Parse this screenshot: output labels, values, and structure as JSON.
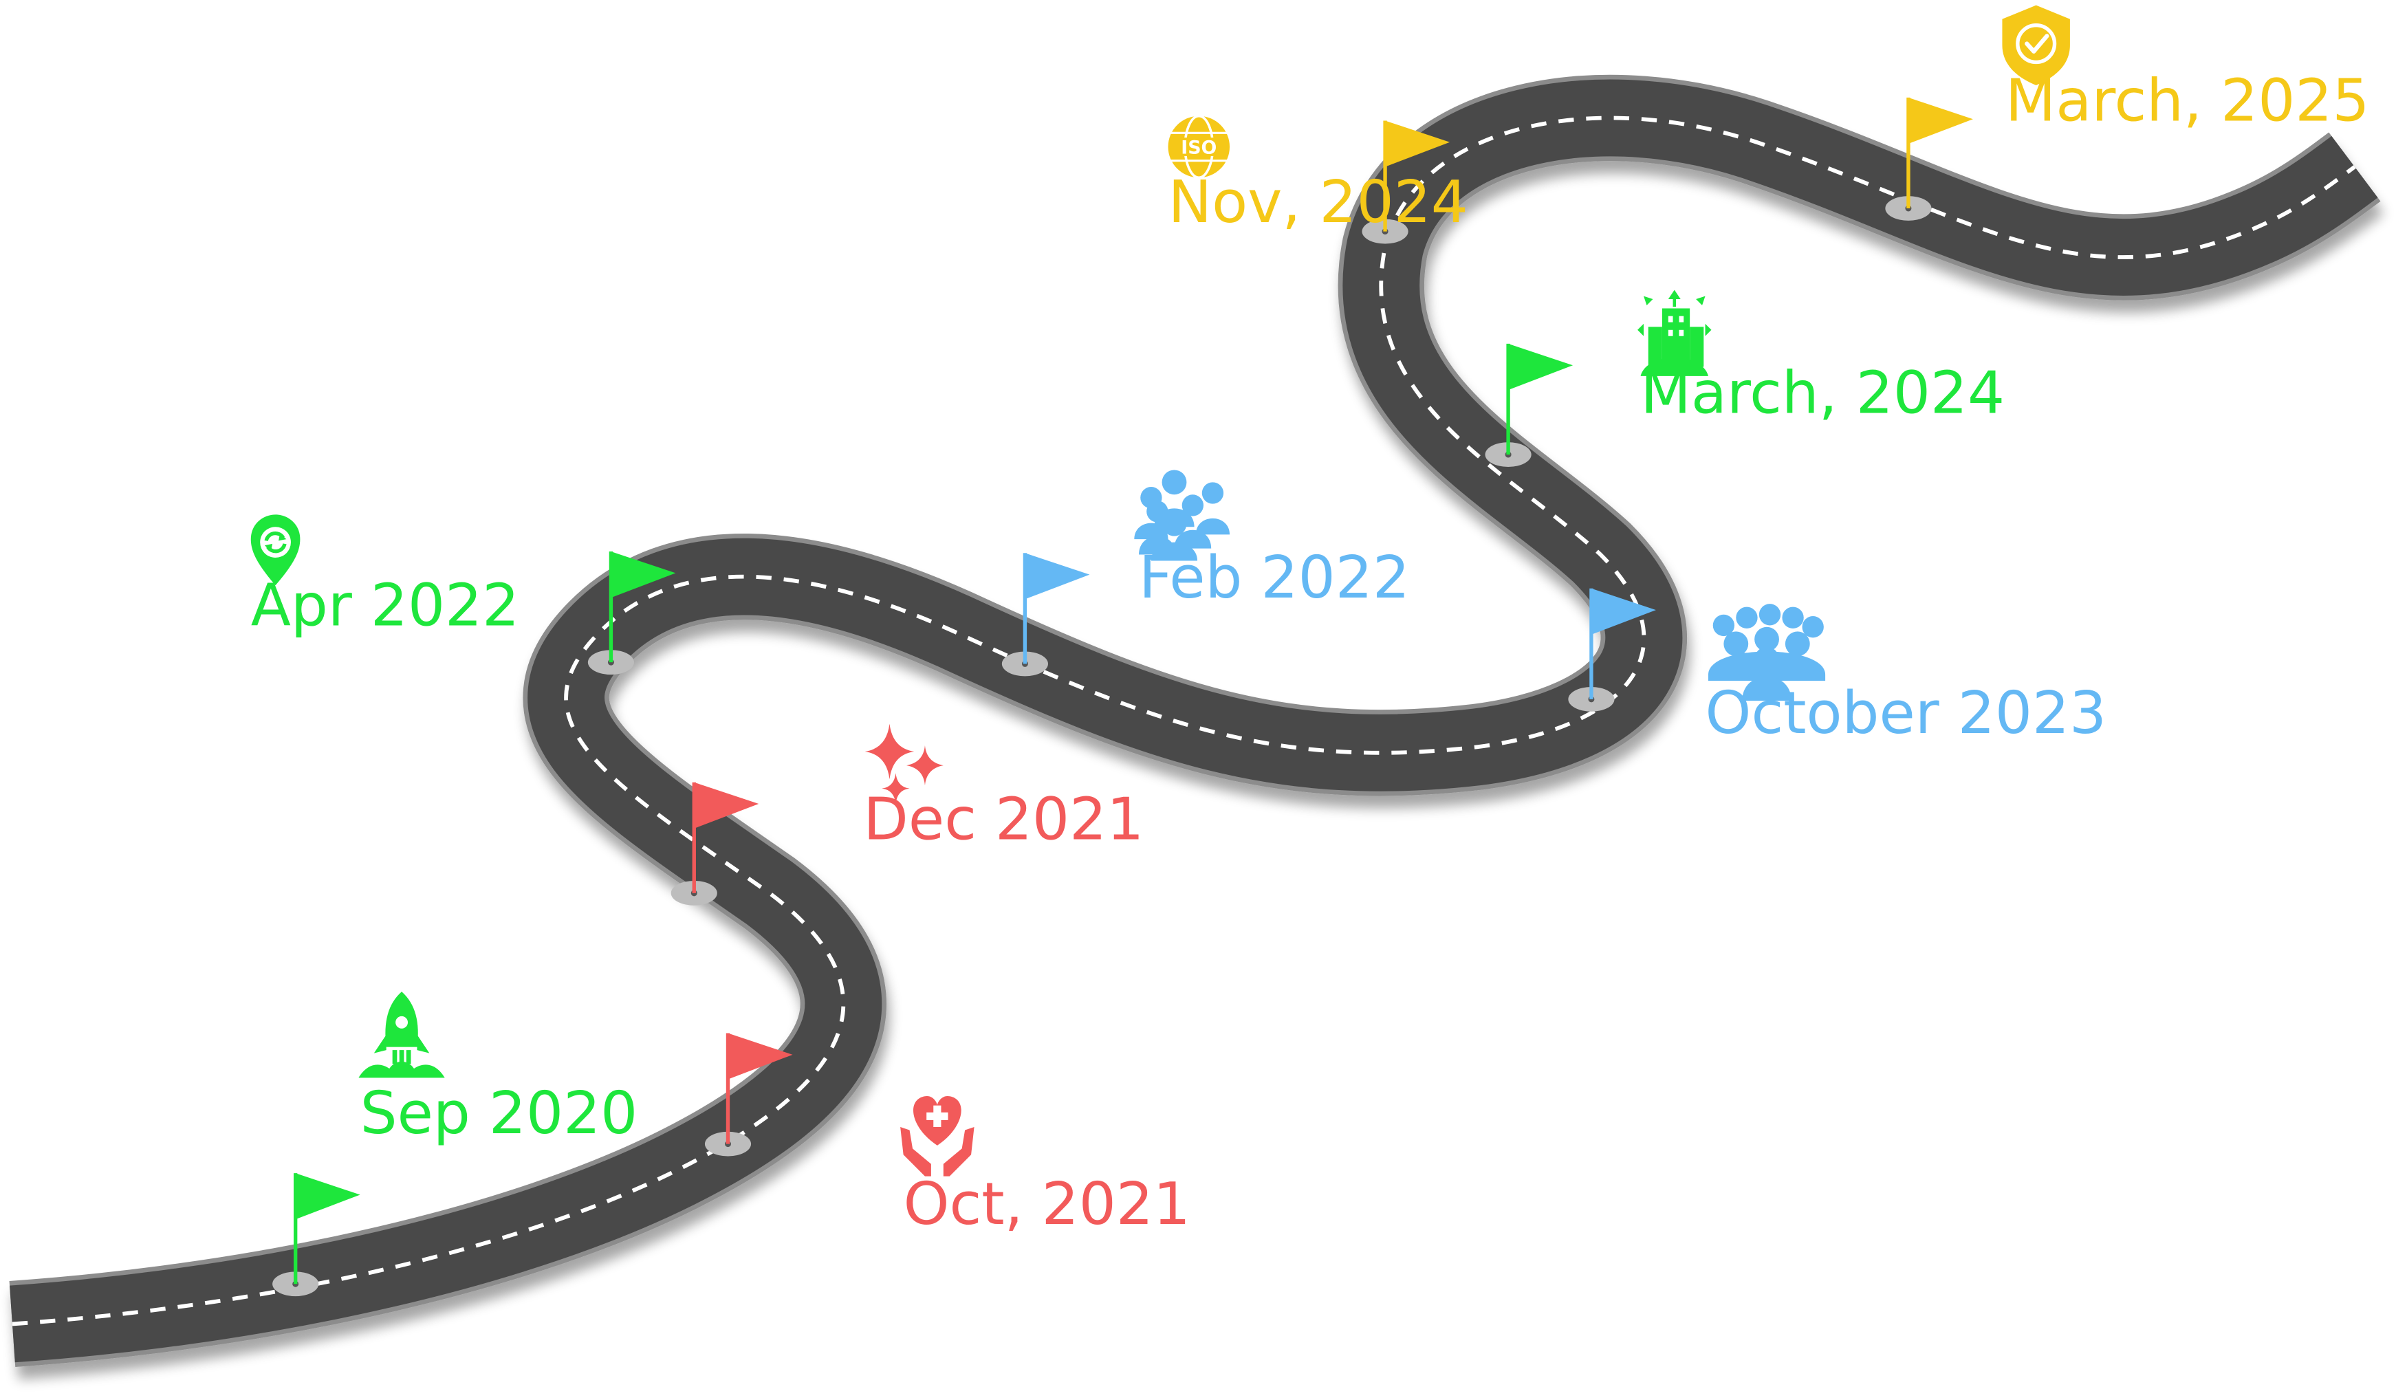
{
  "colors": {
    "green": "#1ee63c",
    "red": "#f25a5a",
    "blue": "#64b8f4",
    "yellow": "#f5c818",
    "road": "#4a4a4a",
    "road_edge": "#8c8c8c",
    "dash": "#ffffff",
    "marker": "#bdbdbd"
  },
  "milestones": [
    {
      "id": "sep-2020",
      "label": "Sep 2020",
      "color": "green",
      "icon": "rocket-icon"
    },
    {
      "id": "oct-2021",
      "label": "Oct, 2021",
      "color": "red",
      "icon": "heart-care-hands-icon"
    },
    {
      "id": "dec-2021",
      "label": "Dec 2021",
      "color": "red",
      "icon": "sparkles-icon"
    },
    {
      "id": "apr-2022",
      "label": "Apr 2022",
      "color": "green",
      "icon": "location-refresh-icon"
    },
    {
      "id": "feb-2022",
      "label": "Feb 2022",
      "color": "blue",
      "icon": "team-icon"
    },
    {
      "id": "oct-2023",
      "label": "October 2023",
      "color": "blue",
      "icon": "crowd-icon"
    },
    {
      "id": "mar-2024",
      "label": "March, 2024",
      "color": "green",
      "icon": "global-building-expansion-icon"
    },
    {
      "id": "nov-2024",
      "label": "Nov, 2024",
      "color": "yellow",
      "icon": "iso-globe-icon"
    },
    {
      "id": "mar-2025",
      "label": "March, 2025",
      "color": "yellow",
      "icon": "shield-check-icon"
    }
  ]
}
